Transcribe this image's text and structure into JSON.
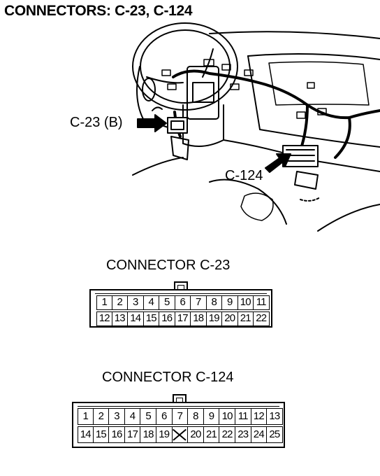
{
  "title": "CONNECTORS: C-23, C-124",
  "illustration": {
    "callout_c23": "C-23 (B)",
    "callout_c124": "C-124"
  },
  "connector_c23": {
    "label": "CONNECTOR C-23",
    "top_row": [
      "1",
      "2",
      "3",
      "4",
      "5",
      "6",
      "7",
      "8",
      "9",
      "10",
      "11"
    ],
    "bottom_row": [
      "12",
      "13",
      "14",
      "15",
      "16",
      "17",
      "18",
      "19",
      "20",
      "21",
      "22"
    ]
  },
  "connector_c124": {
    "label": "CONNECTOR C-124",
    "top_row": [
      "1",
      "2",
      "3",
      "4",
      "5",
      "6",
      "7",
      "8",
      "9",
      "10",
      "11",
      "12",
      "13"
    ],
    "bottom_row": [
      "14",
      "15",
      "16",
      "17",
      "18",
      "19",
      "",
      "20",
      "21",
      "22",
      "23",
      "24",
      "25"
    ]
  }
}
